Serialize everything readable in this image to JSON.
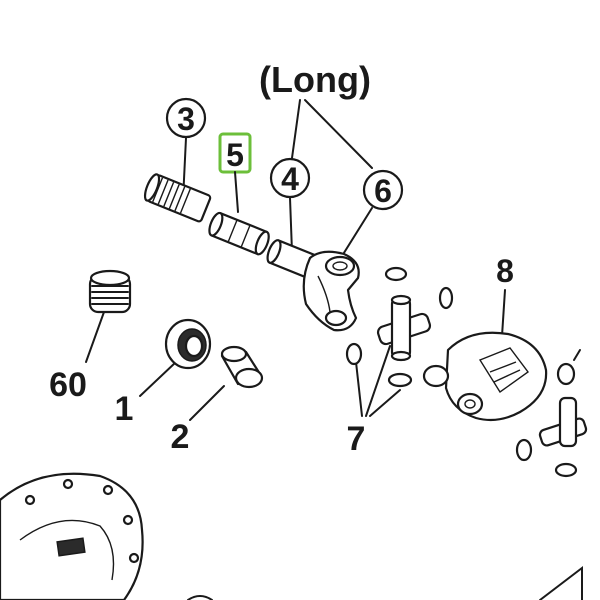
{
  "diagram": {
    "heading": "(Long)",
    "callouts": [
      {
        "id": "3",
        "text": "3"
      },
      {
        "id": "5",
        "text": "5"
      },
      {
        "id": "4",
        "text": "4"
      },
      {
        "id": "6",
        "text": "6"
      },
      {
        "id": "8",
        "text": "8"
      },
      {
        "id": "60",
        "text": "60"
      },
      {
        "id": "1",
        "text": "1"
      },
      {
        "id": "2",
        "text": "2"
      },
      {
        "id": "7",
        "text": "7"
      }
    ],
    "highlight_color": "#6cbf3a"
  }
}
